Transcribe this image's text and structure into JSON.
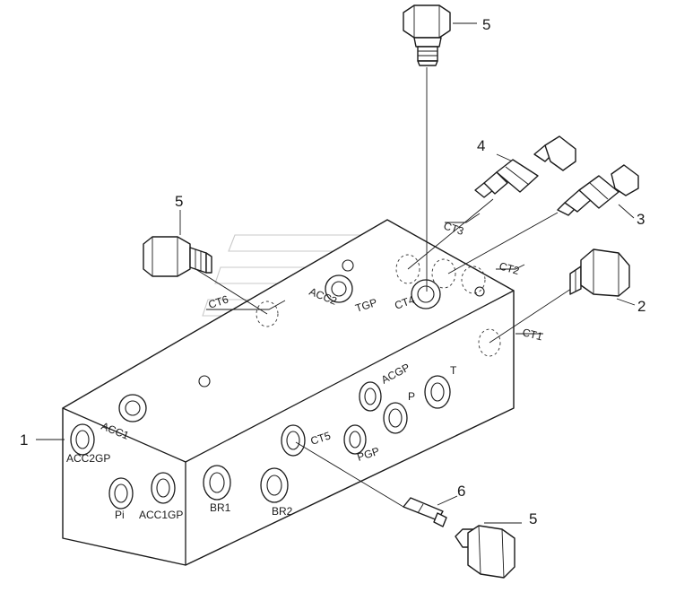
{
  "callouts": {
    "c1": "1",
    "c2": "2",
    "c3": "3",
    "c4": "4",
    "c5_top": "5",
    "c5_left": "5",
    "c5_bottom": "5",
    "c6": "6"
  },
  "port_labels": {
    "acc2gp": "ACC2GP",
    "pi": "Pi",
    "acc1gp": "ACC1GP",
    "br1": "BR1",
    "br2": "BR2",
    "ct5": "CT5",
    "pgp": "PGP",
    "acgp": "ACGP",
    "p": "P",
    "t": "T",
    "acc1": "ACC1",
    "acc2": "ACC2",
    "tgp": "TGP",
    "ct4": "CT4",
    "ct6": "CT6",
    "ct1": "CT1",
    "ct2": "CT2",
    "ct3": "CT3"
  },
  "colors": {
    "line": "#1a1a1a",
    "watermark": "#c9c9c9",
    "background": "#ffffff"
  }
}
